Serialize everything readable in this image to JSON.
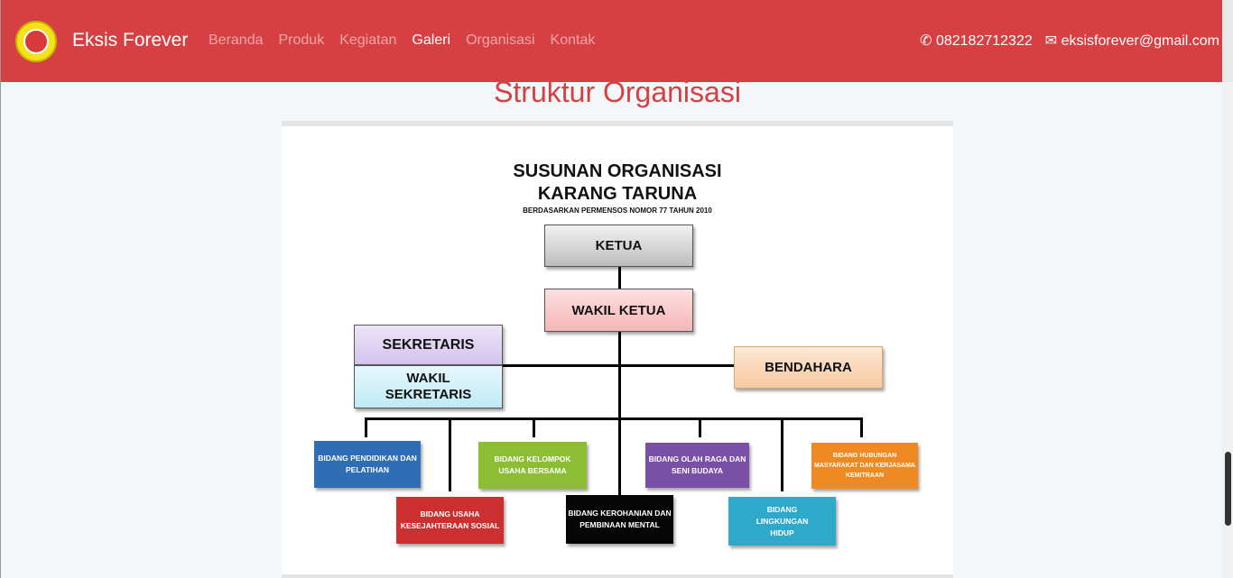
{
  "nav": {
    "brand": "Eksis Forever",
    "menu": [
      "Beranda",
      "Produk",
      "Kegiatan",
      "Galeri",
      "Organisasi",
      "Kontak"
    ],
    "active": "Galeri",
    "phone": "082182712322",
    "email": "eksisforever@gmail.com",
    "phone_icon": "phone-icon",
    "email_icon": "envelope-icon"
  },
  "page": {
    "title": "Struktur Organisasi"
  },
  "chart": {
    "title1": "SUSUNAN ORGANISASI",
    "title2": "KARANG TARUNA",
    "subtitle": "BERDASARKAN PERMENSOS NOMOR 77 TAHUN 2010",
    "ketua": "KETUA",
    "wakil_ketua": "WAKIL KETUA",
    "sekretaris": "SEKRETARIS",
    "wakil_sekretaris": "WAKIL SEKRETARIS",
    "bendahara": "BENDAHARA",
    "bidang": [
      "BIDANG PENDIDIKAN DAN PELATIHAN",
      "BIDANG USAHA KESEJAHTERAAN SOSIAL",
      "BIDANG KELOMPOK USAHA BERSAMA",
      "BIDANG KEROHANIAN DAN PEMBINAAN MENTAL",
      "BIDANG OLAH RAGA DAN SENI BUDAYA",
      "BIDANG LINGKUNGAN HIDUP",
      "BIDANG HUBUNGAN MASYARAKAT DAN KERJASAMA KEMITRAAN"
    ]
  }
}
